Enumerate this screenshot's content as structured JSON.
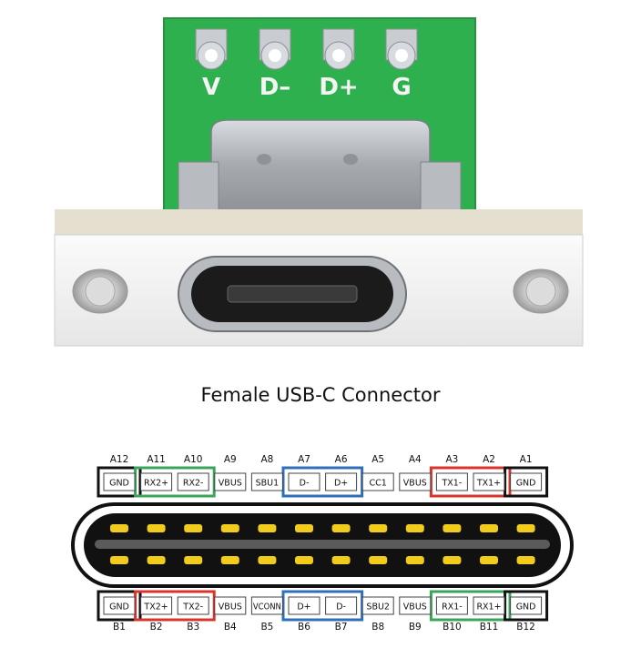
{
  "photo": {
    "silkscreen": [
      "V",
      "D–",
      "D+",
      "G"
    ]
  },
  "caption": "Female USB-C Connector",
  "pinout": {
    "top_row": {
      "numbers": [
        "A12",
        "A11",
        "A10",
        "A9",
        "A8",
        "A7",
        "A6",
        "A5",
        "A4",
        "A3",
        "A2",
        "A1"
      ],
      "signals": [
        "GND",
        "RX2+",
        "RX2-",
        "VBUS",
        "SBU1",
        "D-",
        "D+",
        "CC1",
        "VBUS",
        "TX1-",
        "TX1+",
        "GND"
      ]
    },
    "bottom_row": {
      "numbers": [
        "B1",
        "B2",
        "B3",
        "B4",
        "B5",
        "B6",
        "B7",
        "B8",
        "B9",
        "B10",
        "B11",
        "B12"
      ],
      "signals": [
        "GND",
        "TX2+",
        "TX2-",
        "VBUS",
        "VCONN",
        "D+",
        "D-",
        "SBU2",
        "VBUS",
        "RX1-",
        "RX1+",
        "GND"
      ]
    },
    "colors": {
      "gnd": "#111111",
      "rx_pair_top": "#3aa55a",
      "tx_pair_top": "#d9342b",
      "usb2": "#2f6fba",
      "tx_pair_bottom": "#d9342b",
      "rx_pair_bottom": "#3aa55a",
      "contact": "#f2cc1c",
      "pcb": "#2fb04e",
      "plate": "#f0f0f0"
    }
  }
}
